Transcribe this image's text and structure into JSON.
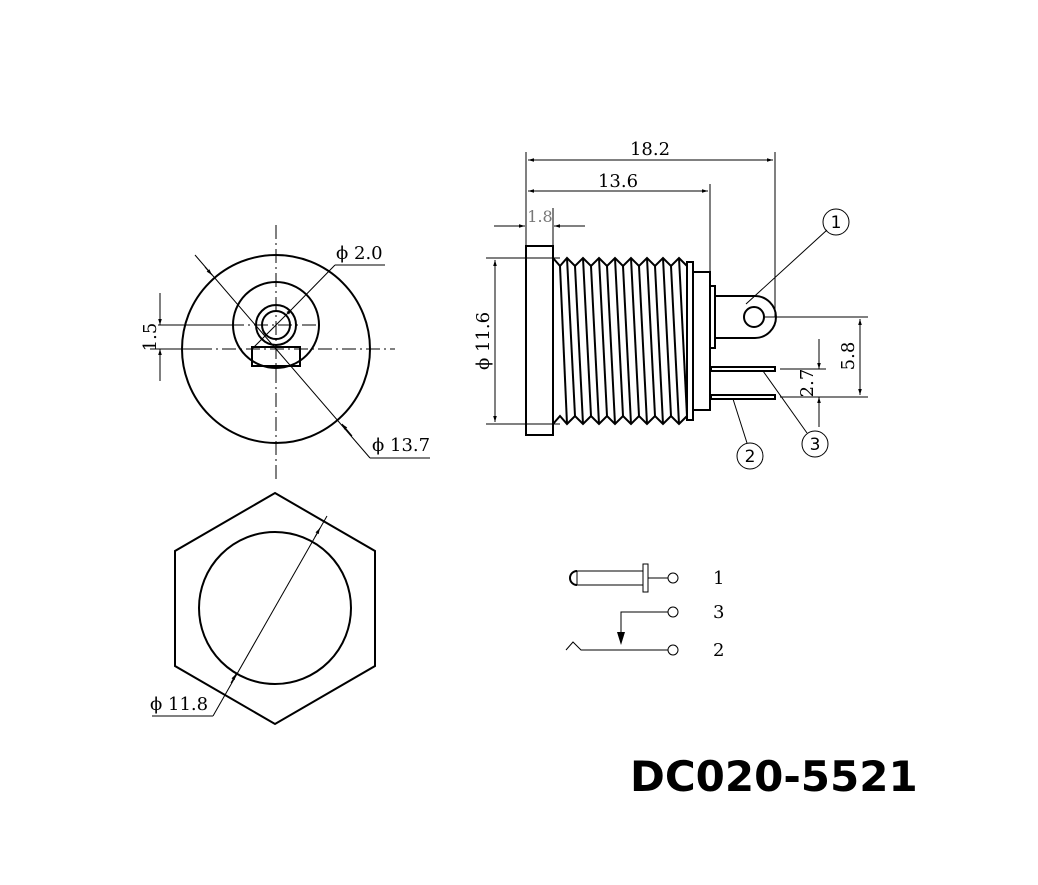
{
  "title": "DC020-5521",
  "front_view": {
    "dim_pin_diameter": "ϕ 2.0",
    "dim_outer_diameter": "ϕ 13.7",
    "dim_offset": "1.5"
  },
  "nut_view": {
    "dim_inner_diameter": "ϕ 11.8"
  },
  "side_view": {
    "dim_total_length": "18.2",
    "dim_body_length": "13.6",
    "dim_flange_thickness": "1.8",
    "dim_thread_diameter": "ϕ 11.6",
    "dim_pin_spacing_small": "2.7",
    "dim_pin_spacing_large": "5.8",
    "callouts": [
      "1",
      "2",
      "3"
    ]
  },
  "schematic": {
    "pins": [
      {
        "label": "1"
      },
      {
        "label": "3"
      },
      {
        "label": "2"
      }
    ]
  }
}
